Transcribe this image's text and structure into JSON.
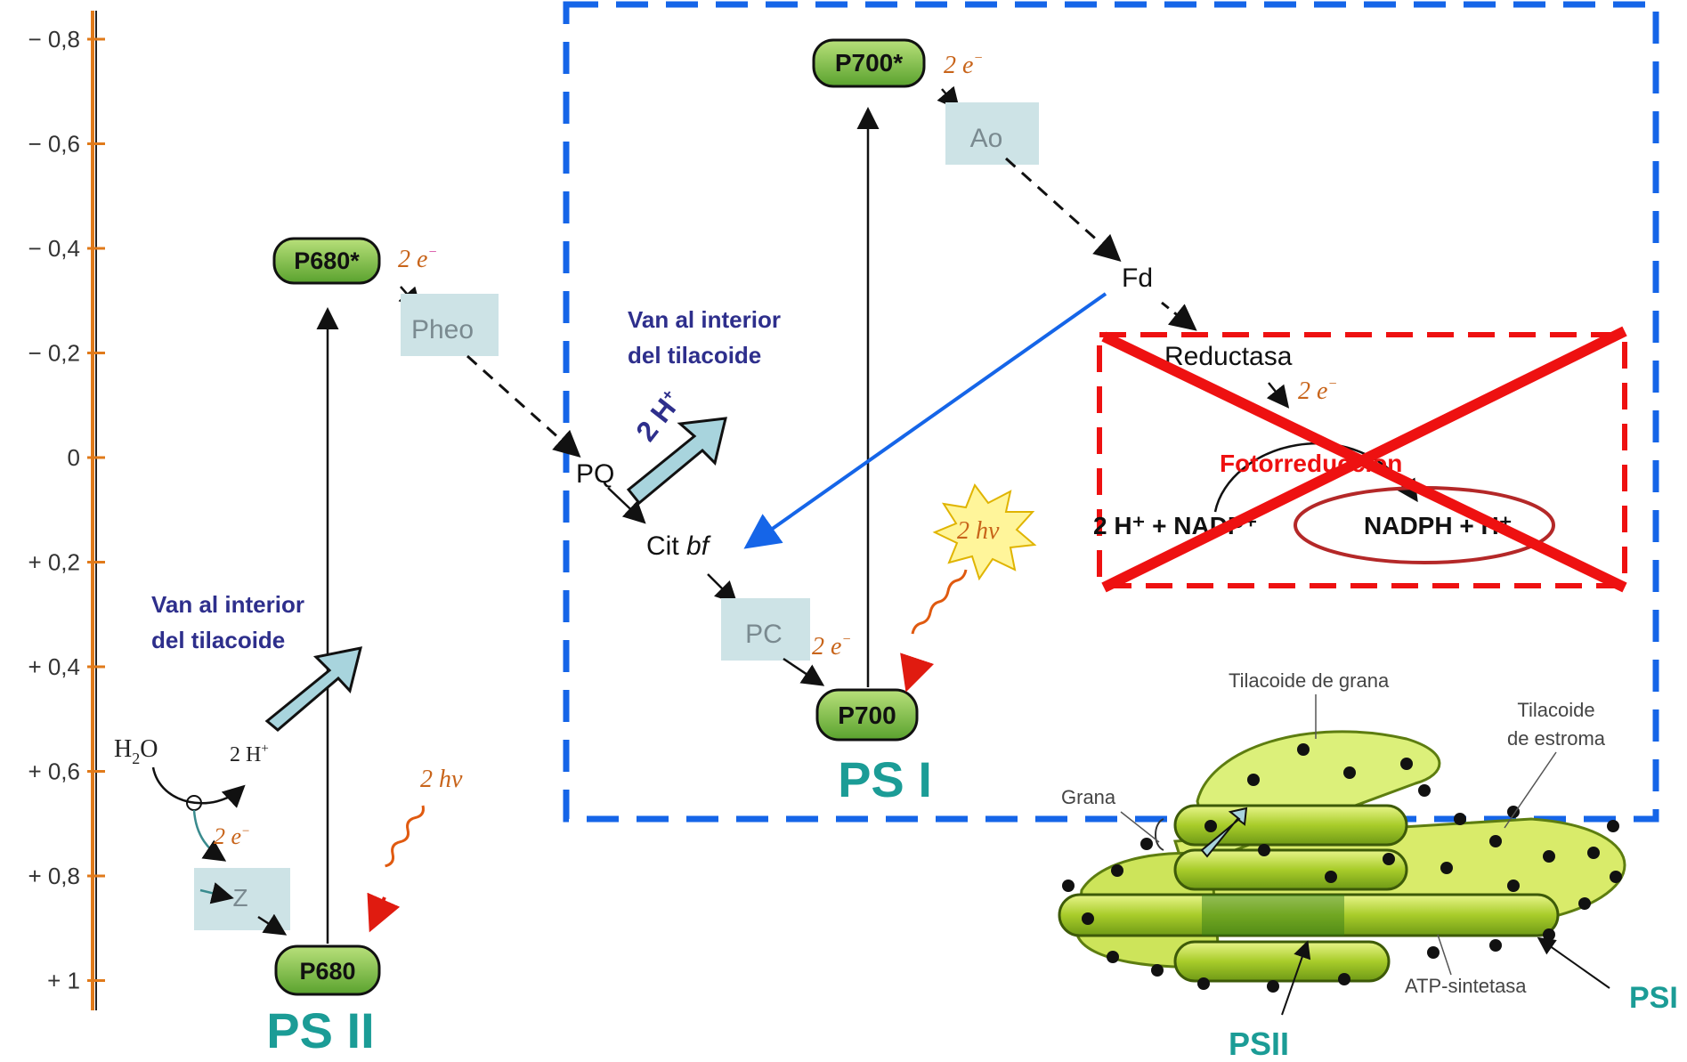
{
  "axis": {
    "ticks": [
      "− 0,8",
      "− 0,6",
      "− 0,4",
      "− 0,2",
      "0",
      "+ 0,2",
      "+ 0,4",
      "+ 0,6",
      "+ 0,8",
      "+   1"
    ]
  },
  "ps2": {
    "p680": "P680",
    "p680_excited": "P680*",
    "electrons": "2 e",
    "electrons_sup": "−",
    "pheo": "Pheo",
    "z": "Z",
    "water": "H",
    "water_sub": "2",
    "water_o": "O",
    "protons": "2 H",
    "protons_sup": "+",
    "light": "2 hν",
    "label": "PS II",
    "note_line1": "Van al interior",
    "note_line2": "del tilacoide"
  },
  "chain": {
    "pq": "PQ",
    "cit": "Cit",
    "cit_italic": "bf",
    "pc": "PC",
    "pc_electrons": "2 e",
    "h_arrow": "2 H",
    "h_arrow_sup": "+",
    "note_line1": "Van al interior",
    "note_line2": "del tilacoide"
  },
  "ps1": {
    "p700": "P700",
    "p700_excited": "P700*",
    "electrons": "2 e",
    "ao": "Ao",
    "fd": "Fd",
    "light": "2 hν",
    "label": "PS I"
  },
  "reductase": {
    "title": "Reductasa",
    "electrons": "2 e",
    "process": "Fotorreducción",
    "reactant": "2 H⁺ + NADP⁺",
    "product": "NADPH + H⁺"
  },
  "thylakoid": {
    "grana_top": "Tilacoide de grana",
    "stroma_line1": "Tilacoide",
    "stroma_line2": "de estroma",
    "grana": "Grana",
    "atp": "ATP-sintetasa",
    "psii": "PSII",
    "psi": "PSI"
  },
  "colors": {
    "blue_box": "#1565e8",
    "red_box": "#ee1111",
    "teal_label": "#1b9c96",
    "navy_text": "#2e2f8c",
    "green_pill": "#7cc04a",
    "light_box": "#cde3e6",
    "orange_text": "#c8641a"
  }
}
